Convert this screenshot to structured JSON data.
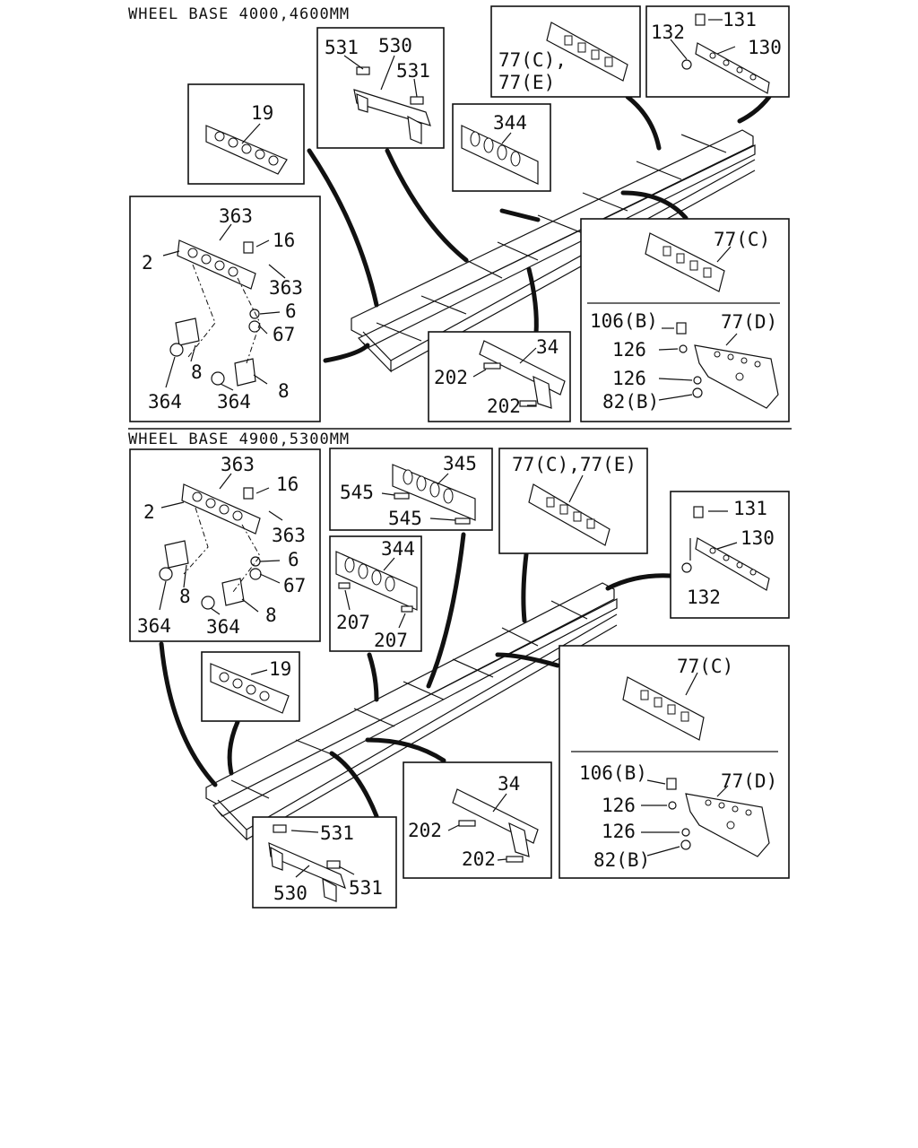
{
  "sections": [
    {
      "header": "WHEEL BASE 4000,4600MM",
      "labels": {
        "b19": "19",
        "b531a": "531",
        "b530": "530",
        "b531b": "531",
        "b77ce_1": "77(C),",
        "b77ce_2": "77(E)",
        "b132": "132",
        "b131": "131",
        "b130": "130",
        "b344": "344",
        "b363a": "363",
        "b16": "16",
        "b2": "2",
        "b363b": "363",
        "b6": "6",
        "b67": "67",
        "b8a": "8",
        "b8b": "8",
        "b364a": "364",
        "b364b": "364",
        "b34": "34",
        "b202a": "202",
        "b202b": "202",
        "b77c": "77(C)",
        "b106": "106(B)",
        "b77d": "77(D)",
        "b126a": "126",
        "b126b": "126",
        "b82": "82(B)"
      }
    },
    {
      "header": "WHEEL BASE 4900,5300MM",
      "labels": {
        "c363a": "363",
        "c16": "16",
        "c2": "2",
        "c363b": "363",
        "c6": "6",
        "c67": "67",
        "c8a": "8",
        "c8b": "8",
        "c364a": "364",
        "c364b": "364",
        "c345": "345",
        "c545a": "545",
        "c545b": "545",
        "c77ce": "77(C),77(E)",
        "c131": "131",
        "c130": "130",
        "c132": "132",
        "c344": "344",
        "c207a": "207",
        "c207b": "207",
        "c19": "19",
        "c77c": "77(C)",
        "c106": "106(B)",
        "c77d": "77(D)",
        "c126a": "126",
        "c126b": "126",
        "c82": "82(B)",
        "c34": "34",
        "c202a": "202",
        "c202b": "202",
        "c531a": "531",
        "c530": "530",
        "c531b": "531"
      }
    }
  ]
}
